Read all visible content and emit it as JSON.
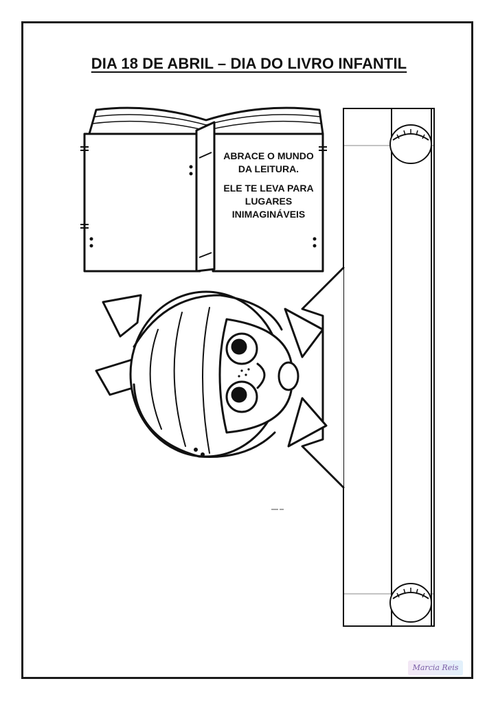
{
  "page": {
    "title": "DIA 18 DE ABRIL – DIA DO LIVRO INFANTIL"
  },
  "book": {
    "paragraph_1": "ABRACE O MUNDO DA LEITURA.",
    "paragraph_2": "ELE TE LEVA PARA LUGARES INIMAGINÁVEIS"
  },
  "logo": {
    "signature": "Marcia Reis"
  },
  "colors": {
    "ink": "#111111",
    "paper": "#ffffff",
    "logo_accent": "#7a5ca6"
  },
  "icons": [
    "open-book-icon",
    "girl-illustration",
    "bookmark-strip",
    "button-circle-icon"
  ]
}
